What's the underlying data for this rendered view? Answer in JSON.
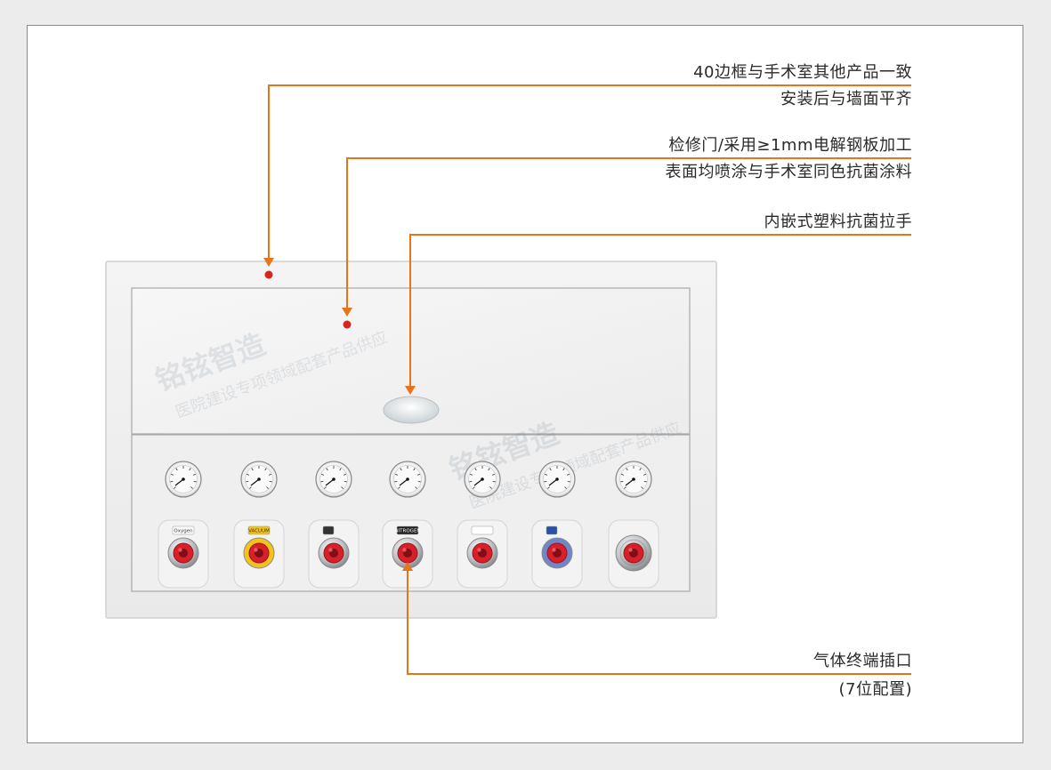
{
  "callouts": {
    "frame": {
      "line1": "40边框与手术室其他产品一致",
      "line2": "安装后与墙面平齐"
    },
    "door": {
      "line1": "检修门/采用≥1mm电解钢板加工",
      "line2": "表面均喷涂与手术室同色抗菌涂料"
    },
    "handle": {
      "line1": "内嵌式塑料抗菌拉手"
    },
    "outlet": {
      "line1": "气体终端插口",
      "line2": "(7位配置)"
    }
  },
  "watermark": {
    "brand": "铭铉智造",
    "slogan": "医院建设专项领域配套产品供应"
  },
  "outlet_labels": [
    "Oxygen",
    "VACUUM",
    "",
    "NITROGEN",
    "",
    "",
    ""
  ],
  "colors": {
    "accent": "#e8731a",
    "marker": "#d6251f",
    "outlet_red": "#d8202a",
    "outlet_yellow": "#f3c21b"
  }
}
